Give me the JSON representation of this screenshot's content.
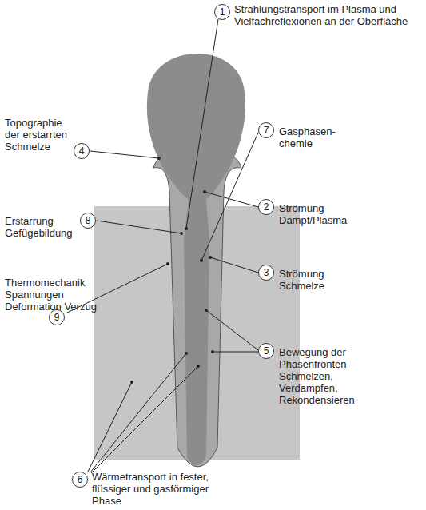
{
  "diagram": {
    "nodes": [
      {
        "text": [
          "1",
          "Strahlungstransport im Plasma und Vielfachreflexionen an der Oberfläche"
        ]
      },
      {
        "text": [
          "7",
          "Gasphasen- chemie"
        ]
      },
      {
        "text": [
          "4",
          "Topographie der erstarrten Schmelze"
        ]
      },
      {
        "text": [
          "2",
          "Strömung Dampf/Plasma"
        ]
      },
      {
        "text": [
          "8",
          "Erstarrung Gefügebildung"
        ]
      },
      {
        "text": [
          "3",
          "Strömung Schmelze"
        ]
      },
      {
        "text": [
          "9",
          "Thermomechanik Spannungen Deformation Verzug"
        ]
      },
      {
        "text": [
          "5",
          "Bewegung der Phasenfronten Schmelzen, Verdampfen, Rekondensieren"
        ]
      },
      {
        "text": [
          "6",
          "Wärmetransport in fester, flüssiger und gasförmiger Phase"
        ]
      }
    ]
  }
}
